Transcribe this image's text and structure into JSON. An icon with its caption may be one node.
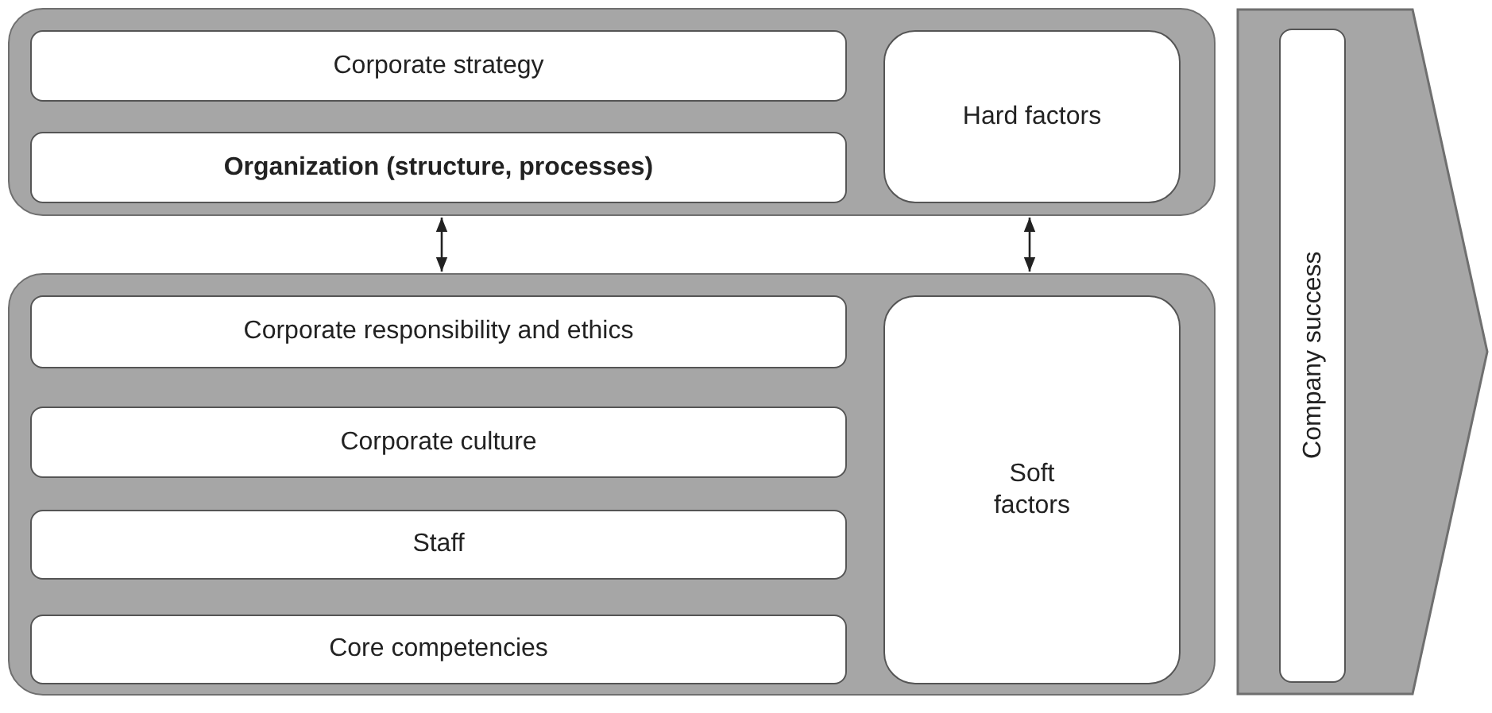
{
  "diagram": {
    "nodes": [
      {
        "text": [],
        "shape": "box"
      },
      {
        "text": [
          "Corporate strategy"
        ],
        "in": 0
      },
      {
        "text": [
          "Organization (structure, processes)"
        ],
        "in": 0
      },
      {
        "text": [
          "Hard factors"
        ],
        "in": 0
      },
      {
        "text": [],
        "shape": "box"
      },
      {
        "text": [
          "Corporate responsibility and ethics"
        ],
        "in": 4
      },
      {
        "text": [
          "Corporate culture"
        ],
        "in": 4
      },
      {
        "text": [
          "Staff"
        ],
        "in": 4
      },
      {
        "text": [
          "Core competencies"
        ],
        "in": 4
      },
      {
        "text": [
          "Soft factors"
        ],
        "in": 4
      },
      {
        "text": [],
        "shape": "arrow"
      },
      {
        "text": [
          "Company success"
        ],
        "in": 10
      }
    ],
    "edges": [
      {
        "from": 0,
        "to": 4,
        "arrow": "both"
      },
      {
        "from": 0,
        "to": 4,
        "arrow": "both"
      }
    ]
  }
}
